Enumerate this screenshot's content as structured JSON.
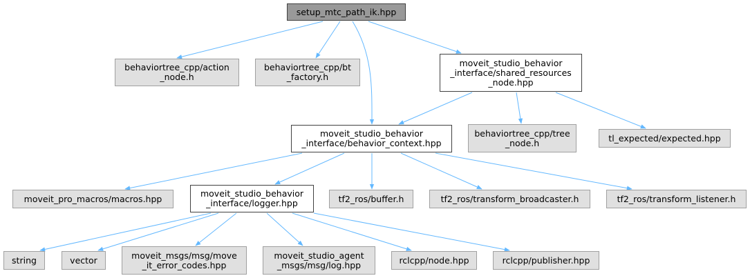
{
  "colors": {
    "edge": "#63b8ff",
    "root_fill": "#999999",
    "doc_fill": "#ffffff",
    "std_fill": "#e0e0e0"
  },
  "nodes": {
    "setup": "setup_mtc_path_ik.hpp",
    "bt_action": "behaviortree_cpp/action\n_node.h",
    "bt_factory": "behaviortree_cpp/bt\n_factory.h",
    "shared_res": "moveit_studio_behavior\n_interface/shared_resources\n_node.hpp",
    "behavior_ctx": "moveit_studio_behavior\n_interface/behavior_context.hpp",
    "bt_tree": "behaviortree_cpp/tree\n_node.h",
    "tl_expected": "tl_expected/expected.hpp",
    "macros": "moveit_pro_macros/macros.hpp",
    "logger": "moveit_studio_behavior\n_interface/logger.hpp",
    "tf2_buffer": "tf2_ros/buffer.h",
    "tf2_broadcaster": "tf2_ros/transform_broadcaster.h",
    "tf2_listener": "tf2_ros/transform_listener.h",
    "string": "string",
    "vector": "vector",
    "move_err": "moveit_msgs/msg/move\n_it_error_codes.hpp",
    "agent_log": "moveit_studio_agent\n_msgs/msg/log.hpp",
    "rclcpp_node": "rclcpp/node.hpp",
    "rclcpp_pub": "rclcpp/publisher.hpp"
  }
}
